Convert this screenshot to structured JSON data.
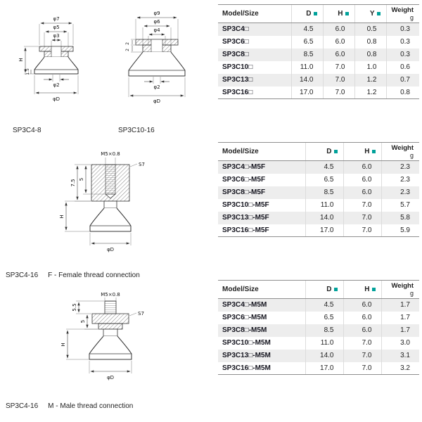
{
  "colors": {
    "accent": "#00a19a",
    "row_alt": "#ededed",
    "border_light": "#dcdcdc"
  },
  "drawings": {
    "group1": {
      "caption_left": "SP3C4-8",
      "caption_right": "SP3C10-16",
      "left": {
        "top": "φ7",
        "mid": "φ5",
        "inner": "φ3",
        "h": "H",
        "lip": "1.5",
        "stem": "φ2",
        "cup": "φD"
      },
      "right": {
        "top": "φ9",
        "mid": "φ6",
        "inner": "φ4",
        "t1": "2",
        "t2": "2",
        "stem": "φ2",
        "cup": "φD"
      }
    },
    "female": {
      "caption_model": "SP3C4-16",
      "caption_desc": "F - Female thread connection",
      "thread": "M5×0.8",
      "flats": "S7",
      "d1": "7.5",
      "d2": "5",
      "h": "H",
      "cup": "φD"
    },
    "male": {
      "caption_model": "SP3C4-16",
      "caption_desc": "M - Male thread connection",
      "thread": "M5×0.8",
      "flats": "S7",
      "d1": "5.5",
      "d2": "5",
      "h": "H",
      "cup": "φD"
    }
  },
  "tables": [
    {
      "header": {
        "model": "Model/Size",
        "c1": "D",
        "c2": "H",
        "c3": "Y",
        "weight": "Weight",
        "unit": "g"
      },
      "rows": [
        {
          "model": "SP3C4□",
          "v1": "4.5",
          "v2": "6.0",
          "v3": "0.5",
          "w": "0.3"
        },
        {
          "model": "SP3C6□",
          "v1": "6.5",
          "v2": "6.0",
          "v3": "0.8",
          "w": "0.3"
        },
        {
          "model": "SP3C8□",
          "v1": "8.5",
          "v2": "6.0",
          "v3": "0.8",
          "w": "0.3"
        },
        {
          "model": "SP3C10□",
          "v1": "11.0",
          "v2": "7.0",
          "v3": "1.0",
          "w": "0.6"
        },
        {
          "model": "SP3C13□",
          "v1": "14.0",
          "v2": "7.0",
          "v3": "1.2",
          "w": "0.7"
        },
        {
          "model": "SP3C16□",
          "v1": "17.0",
          "v2": "7.0",
          "v3": "1.2",
          "w": "0.8"
        }
      ]
    },
    {
      "header": {
        "model": "Model/Size",
        "c1": "D",
        "c2": "H",
        "weight": "Weight",
        "unit": "g"
      },
      "rows": [
        {
          "model": "SP3C4□-M5F",
          "v1": "4.5",
          "v2": "6.0",
          "w": "2.3"
        },
        {
          "model": "SP3C6□-M5F",
          "v1": "6.5",
          "v2": "6.0",
          "w": "2.3"
        },
        {
          "model": "SP3C8□-M5F",
          "v1": "8.5",
          "v2": "6.0",
          "w": "2.3"
        },
        {
          "model": "SP3C10□-M5F",
          "v1": "11.0",
          "v2": "7.0",
          "w": "5.7"
        },
        {
          "model": "SP3C13□-M5F",
          "v1": "14.0",
          "v2": "7.0",
          "w": "5.8"
        },
        {
          "model": "SP3C16□-M5F",
          "v1": "17.0",
          "v2": "7.0",
          "w": "5.9"
        }
      ]
    },
    {
      "header": {
        "model": "Model/Size",
        "c1": "D",
        "c2": "H",
        "weight": "Weight",
        "unit": "g"
      },
      "rows": [
        {
          "model": "SP3C4□-M5M",
          "v1": "4.5",
          "v2": "6.0",
          "w": "1.7"
        },
        {
          "model": "SP3C6□-M5M",
          "v1": "6.5",
          "v2": "6.0",
          "w": "1.7"
        },
        {
          "model": "SP3C8□-M5M",
          "v1": "8.5",
          "v2": "6.0",
          "w": "1.7"
        },
        {
          "model": "SP3C10□-M5M",
          "v1": "11.0",
          "v2": "7.0",
          "w": "3.0"
        },
        {
          "model": "SP3C13□-M5M",
          "v1": "14.0",
          "v2": "7.0",
          "w": "3.1"
        },
        {
          "model": "SP3C16□-M5M",
          "v1": "17.0",
          "v2": "7.0",
          "w": "3.2"
        }
      ]
    }
  ]
}
